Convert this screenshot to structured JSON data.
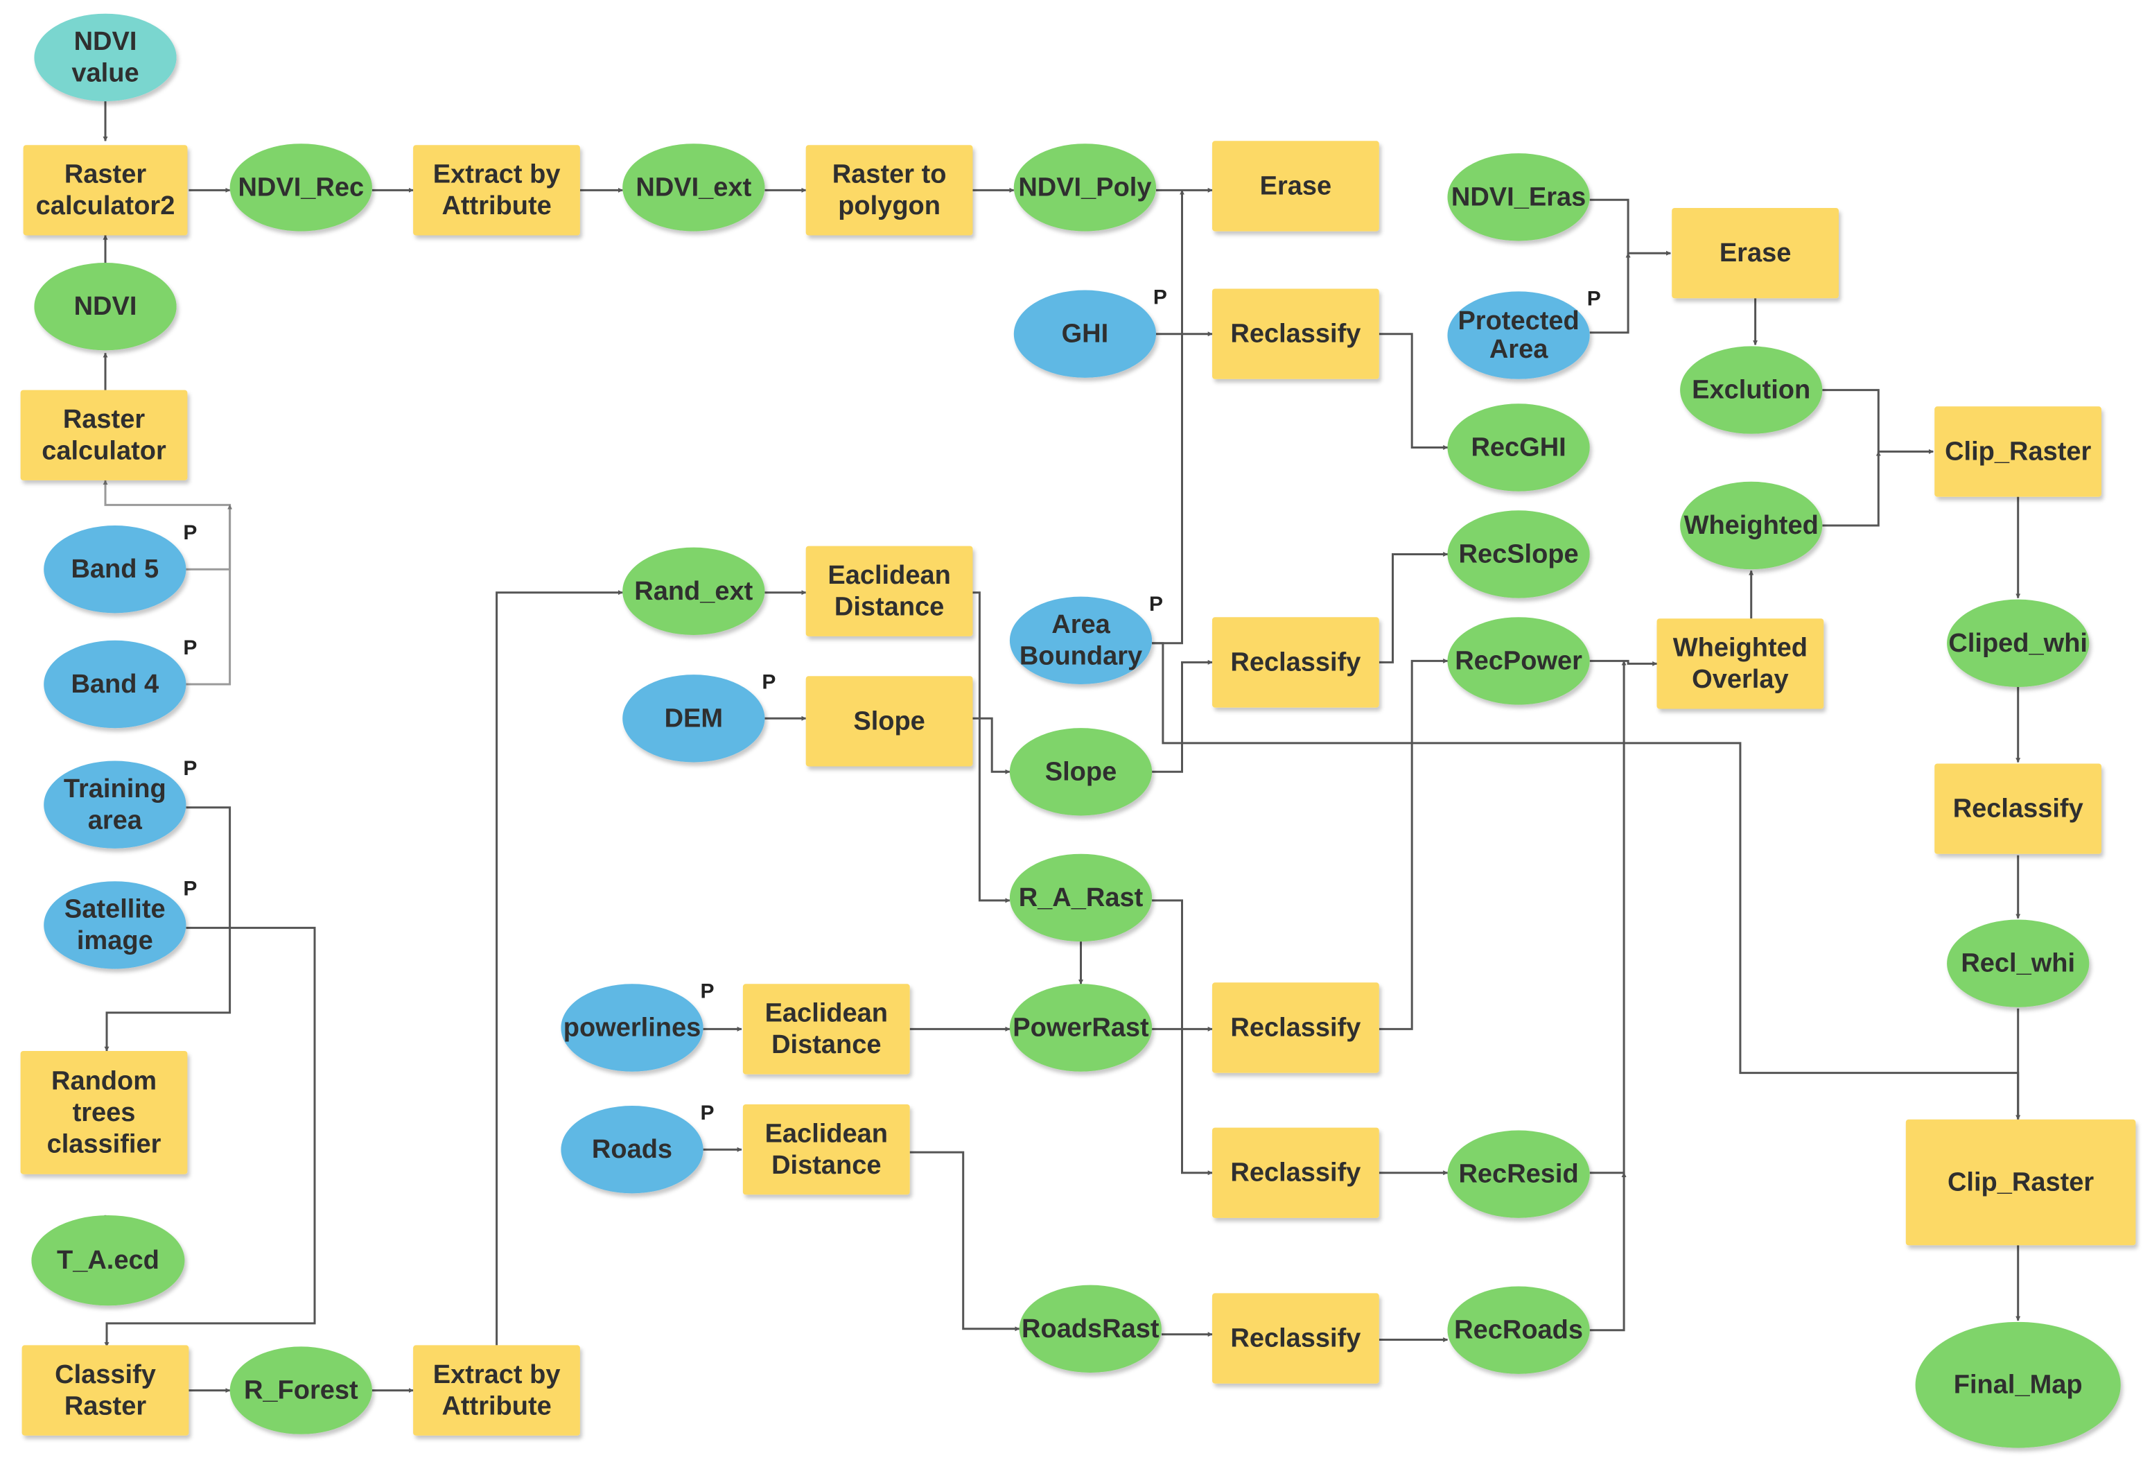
{
  "colors": {
    "tool": "#fcd966",
    "output": "#7fd46a",
    "input": "#5fb8e4",
    "value": "#7ad6cf",
    "edge": "#555555",
    "edge_light": "#9a9a9a"
  },
  "parameter_marker": "P",
  "nodes": [
    {
      "id": "ndvi_value",
      "kind": "value",
      "lines": [
        "NDVI",
        "value"
      ],
      "param": false
    },
    {
      "id": "raster_calc2",
      "kind": "tool",
      "lines": [
        "Raster",
        "calculator2"
      ],
      "param": false,
      "dark": true
    },
    {
      "id": "ndvi",
      "kind": "output",
      "lines": [
        "NDVI"
      ],
      "param": false
    },
    {
      "id": "raster_calc",
      "kind": "tool",
      "lines": [
        "Raster",
        "calculator"
      ],
      "param": false,
      "dark": true
    },
    {
      "id": "band5",
      "kind": "input",
      "lines": [
        "Band 5"
      ],
      "param": true
    },
    {
      "id": "band4",
      "kind": "input",
      "lines": [
        "Band 4"
      ],
      "param": true
    },
    {
      "id": "training_area",
      "kind": "input",
      "lines": [
        "Training",
        "area"
      ],
      "param": true
    },
    {
      "id": "satellite_image",
      "kind": "input",
      "lines": [
        "Satellite",
        "image"
      ],
      "param": true
    },
    {
      "id": "random_trees",
      "kind": "tool",
      "lines": [
        "Random",
        "trees",
        "classifier"
      ],
      "param": false
    },
    {
      "id": "ta_ecd",
      "kind": "output",
      "lines": [
        "T_A.ecd"
      ],
      "param": false
    },
    {
      "id": "classify_raster",
      "kind": "tool",
      "lines": [
        "Classify",
        "Raster"
      ],
      "param": false
    },
    {
      "id": "r_forest",
      "kind": "output",
      "lines": [
        "R_Forest"
      ],
      "param": false
    },
    {
      "id": "extract_attr2",
      "kind": "tool",
      "lines": [
        "Extract by",
        "Attribute"
      ],
      "param": false
    },
    {
      "id": "ndvi_rec",
      "kind": "output",
      "lines": [
        "NDVI_Rec"
      ],
      "param": false
    },
    {
      "id": "extract_attr1",
      "kind": "tool",
      "lines": [
        "Extract by",
        "Attribute"
      ],
      "param": false
    },
    {
      "id": "ndvi_ext",
      "kind": "output",
      "lines": [
        "NDVI_ext"
      ],
      "param": false
    },
    {
      "id": "raster_to_poly",
      "kind": "tool",
      "lines": [
        "Raster to",
        "polygon"
      ],
      "param": false
    },
    {
      "id": "ndvi_poly",
      "kind": "output",
      "lines": [
        "NDVI_Poly"
      ],
      "param": false
    },
    {
      "id": "erase1",
      "kind": "tool",
      "lines": [
        "Erase"
      ],
      "param": false
    },
    {
      "id": "ghi",
      "kind": "input",
      "lines": [
        "GHI"
      ],
      "param": true
    },
    {
      "id": "reclass_ghi",
      "kind": "tool",
      "lines": [
        "Reclassify"
      ],
      "param": false
    },
    {
      "id": "rand_ext",
      "kind": "output",
      "lines": [
        "Rand_ext"
      ],
      "param": false
    },
    {
      "id": "eucl1",
      "kind": "tool",
      "lines": [
        "Eaclidean",
        "Distance"
      ],
      "param": false
    },
    {
      "id": "area_boundary",
      "kind": "input",
      "lines": [
        "Area",
        "Boundary"
      ],
      "param": true
    },
    {
      "id": "dem",
      "kind": "input",
      "lines": [
        "DEM"
      ],
      "param": true
    },
    {
      "id": "slope_tool",
      "kind": "tool",
      "lines": [
        "Slope"
      ],
      "param": false
    },
    {
      "id": "slope_out",
      "kind": "output",
      "lines": [
        "Slope"
      ],
      "param": false
    },
    {
      "id": "reclass_slope",
      "kind": "tool",
      "lines": [
        "Reclassify"
      ],
      "param": false
    },
    {
      "id": "r_a_rast",
      "kind": "output",
      "lines": [
        "R_A_Rast"
      ],
      "param": false
    },
    {
      "id": "powerlines",
      "kind": "input",
      "lines": [
        "powerlines"
      ],
      "param": true
    },
    {
      "id": "eucl2",
      "kind": "tool",
      "lines": [
        "Eaclidean",
        "Distance"
      ],
      "param": false
    },
    {
      "id": "powerrast",
      "kind": "output",
      "lines": [
        "PowerRast"
      ],
      "param": false
    },
    {
      "id": "reclass_power",
      "kind": "tool",
      "lines": [
        "Reclassify"
      ],
      "param": false
    },
    {
      "id": "roads",
      "kind": "input",
      "lines": [
        "Roads"
      ],
      "param": true
    },
    {
      "id": "eucl3",
      "kind": "tool",
      "lines": [
        "Eaclidean",
        "Distance"
      ],
      "param": false
    },
    {
      "id": "reclass_resid",
      "kind": "tool",
      "lines": [
        "Reclassify"
      ],
      "param": false
    },
    {
      "id": "roadsrast",
      "kind": "output",
      "lines": [
        "RoadsRast"
      ],
      "param": false
    },
    {
      "id": "reclass_roads",
      "kind": "tool",
      "lines": [
        "Reclassify"
      ],
      "param": false
    },
    {
      "id": "ndvi_eras",
      "kind": "output",
      "lines": [
        "NDVI_Eras"
      ],
      "param": false
    },
    {
      "id": "protected_area",
      "kind": "input",
      "lines": [
        "Protected",
        "Area"
      ],
      "param": true,
      "small": true
    },
    {
      "id": "erase2",
      "kind": "tool",
      "lines": [
        "Erase"
      ],
      "param": false
    },
    {
      "id": "recghi",
      "kind": "output",
      "lines": [
        "RecGHI"
      ],
      "param": false
    },
    {
      "id": "exclution",
      "kind": "output",
      "lines": [
        "Exclution"
      ],
      "param": false
    },
    {
      "id": "recslope",
      "kind": "output",
      "lines": [
        "RecSlope"
      ],
      "param": false
    },
    {
      "id": "wheighted",
      "kind": "output",
      "lines": [
        "Wheighted"
      ],
      "param": false
    },
    {
      "id": "recpower",
      "kind": "output",
      "lines": [
        "RecPower"
      ],
      "param": false
    },
    {
      "id": "wheighted_overlay",
      "kind": "tool",
      "lines": [
        "Wheighted",
        "Overlay"
      ],
      "param": false
    },
    {
      "id": "recresid",
      "kind": "output",
      "lines": [
        "RecResid"
      ],
      "param": false
    },
    {
      "id": "recroads",
      "kind": "output",
      "lines": [
        "RecRoads"
      ],
      "param": false
    },
    {
      "id": "clip_raster1",
      "kind": "tool",
      "lines": [
        "Clip_Raster"
      ],
      "param": false
    },
    {
      "id": "cliped_whi",
      "kind": "output",
      "lines": [
        "Cliped_whi"
      ],
      "param": false
    },
    {
      "id": "reclass_whi",
      "kind": "tool",
      "lines": [
        "Reclassify"
      ],
      "param": false
    },
    {
      "id": "recl_whi",
      "kind": "output",
      "lines": [
        "Recl_whi"
      ],
      "param": false
    },
    {
      "id": "clip_raster2",
      "kind": "tool",
      "lines": [
        "Clip_Raster"
      ],
      "param": false
    },
    {
      "id": "final_map",
      "kind": "output",
      "lines": [
        "Final_Map"
      ],
      "param": false
    }
  ]
}
